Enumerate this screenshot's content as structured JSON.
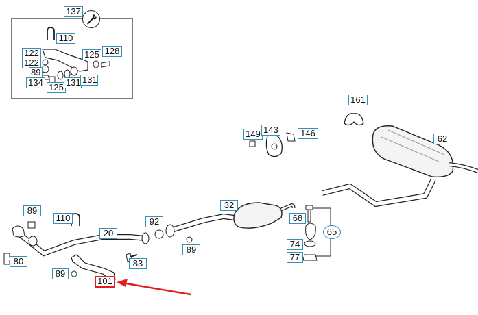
{
  "diagram": {
    "inset_box": {
      "kit_label": "137",
      "kit_icon": "wrench-icon",
      "callouts": [
        "110",
        "122",
        "122",
        "89",
        "125",
        "128",
        "134",
        "125",
        "131",
        "131"
      ]
    },
    "callouts": [
      "161",
      "149",
      "143",
      "146",
      "62",
      "89",
      "110",
      "20",
      "92",
      "32",
      "68",
      "65",
      "80",
      "83",
      "89",
      "74",
      "77",
      "89",
      "101"
    ],
    "highlighted_callout": "101",
    "highlight_color": "#e02020",
    "arrow_color": "#e02020",
    "callout_border_color": "#3a8fb7"
  }
}
